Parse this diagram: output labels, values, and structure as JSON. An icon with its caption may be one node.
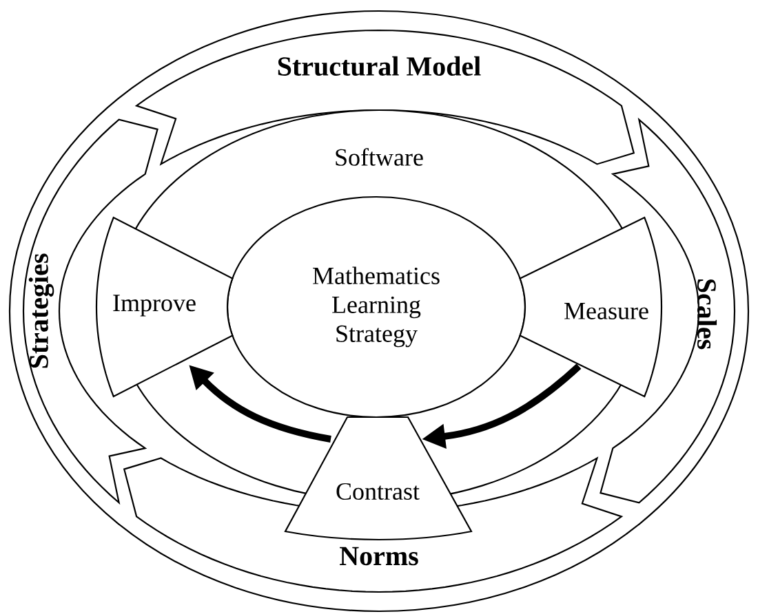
{
  "diagram": {
    "nodes": [
      {
        "text": [
          "Structural Model"
        ]
      },
      {
        "text": [
          "Software"
        ]
      },
      {
        "text": [
          "Strategies"
        ]
      },
      {
        "text": [
          "Improve"
        ]
      },
      {
        "text": [
          "Mathematics Learning Strategy"
        ],
        "in": 1
      },
      {
        "text": [
          "Measure"
        ]
      },
      {
        "text": [
          "Scales"
        ]
      },
      {
        "text": [
          "Contrast"
        ]
      },
      {
        "text": [
          "Norms"
        ]
      }
    ],
    "edges": [
      {
        "from": 5,
        "to": 7,
        "arrow": "to"
      },
      {
        "from": 7,
        "to": 3,
        "arrow": "to"
      }
    ]
  }
}
